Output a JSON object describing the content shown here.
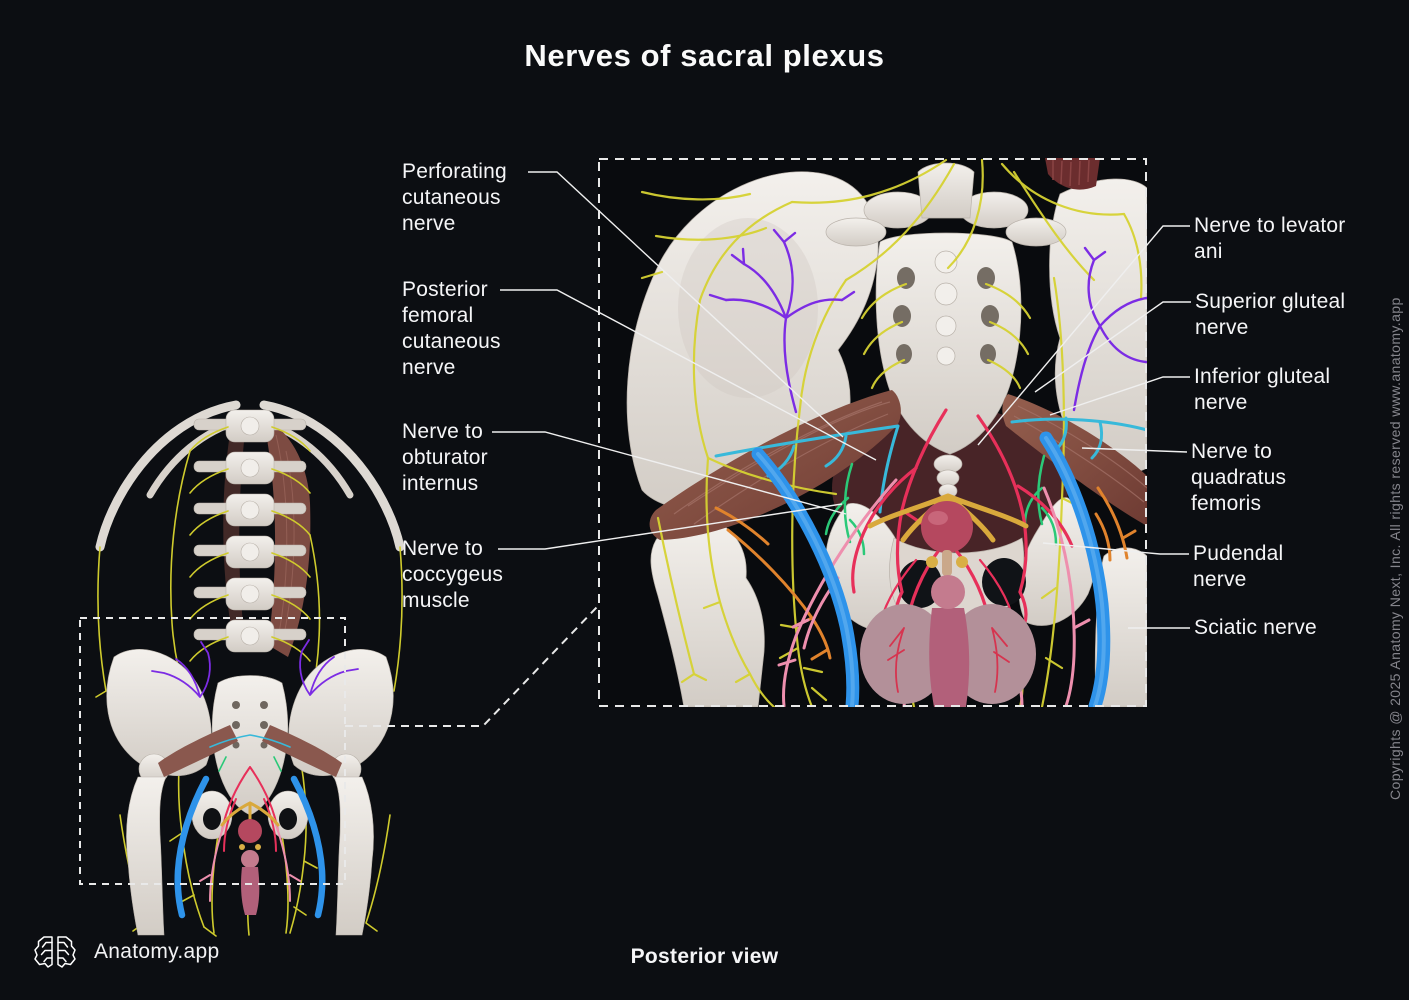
{
  "title": "Nerves of sacral plexus",
  "view_label": "Posterior view",
  "brand": {
    "name": "Anatomy.app",
    "logo_icon": "brain-icon"
  },
  "copyright": "Copyrights @ 2025 Anatomy Next, Inc. All rights reserved www.anatomy.app",
  "labels": {
    "left": [
      "Perforating cutaneous nerve",
      "Posterior femoral cutaneous nerve",
      "Nerve to obturator internus",
      "Nerve to coccygeus muscle"
    ],
    "right": [
      "Nerve to levator ani",
      "Superior gluteal nerve",
      "Inferior gluteal nerve",
      "Nerve to quadratus femoris",
      "Pudendal nerve",
      "Sciatic nerve"
    ]
  },
  "colors": {
    "background": "#0c0e12",
    "label_text": "#f5f5f7",
    "muted_text": "#85858c",
    "leader_line": "#efefef",
    "nerve_yellow": "#d6d232",
    "nerve_purple": "#7c2ce4",
    "nerve_blue": "#2e93ea",
    "nerve_cyan": "#38b9da",
    "nerve_green": "#2bc978",
    "nerve_orange": "#e0832c",
    "artery_red": "#e7305a",
    "nerve_pink": "#ee8fae",
    "bone": "#e8e4df",
    "muscle": "#8a584e",
    "gold": "#d9a93c"
  }
}
